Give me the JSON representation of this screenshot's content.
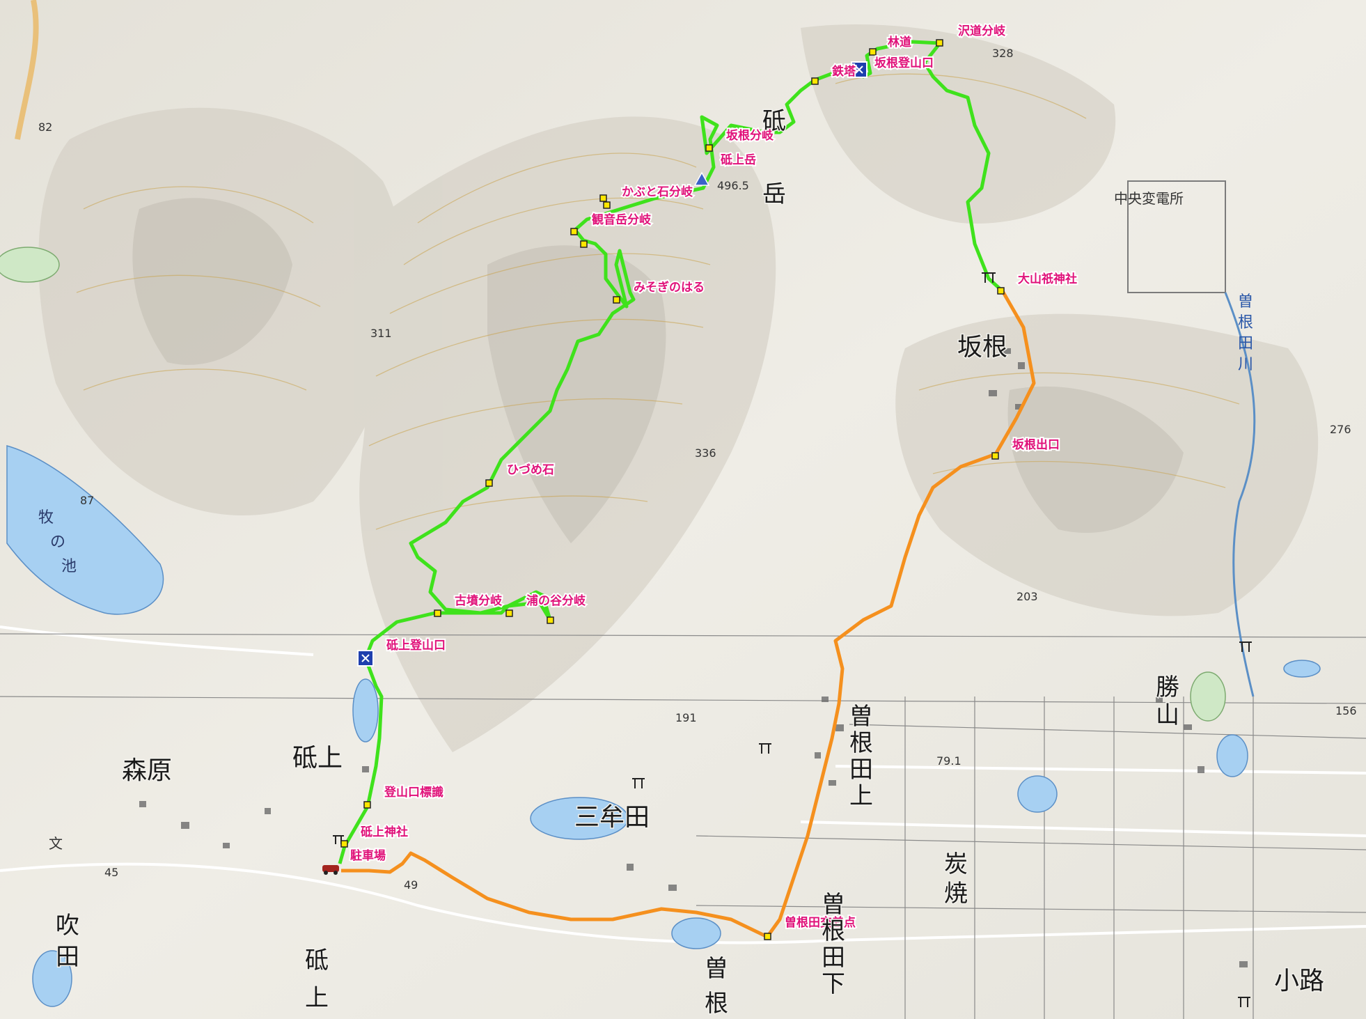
{
  "colors": {
    "route_green": "#3fe21c",
    "route_orange": "#f5901e",
    "waypoint_fill": "#ffe600",
    "label_color": "#e0127a",
    "water": "#a7d0f2",
    "terrain": "#e9e7e0"
  },
  "waypoints": [
    {
      "label": "林道",
      "anchor": "start"
    },
    {
      "label": "沢道分岐",
      "anchor": "start"
    },
    {
      "label": "坂根登山口",
      "anchor": "start"
    },
    {
      "label": "鉄塔",
      "anchor": "start"
    },
    {
      "label": "坂根分岐",
      "anchor": "start"
    },
    {
      "label": "砥上岳",
      "anchor": "start"
    },
    {
      "label": "かぶと石分岐",
      "anchor": "start"
    },
    {
      "label": "観音岳分岐",
      "anchor": "start"
    },
    {
      "label": "みそぎのはる",
      "anchor": "start"
    },
    {
      "label": "ひづめ石",
      "anchor": "start"
    },
    {
      "label": "古墳分岐",
      "anchor": "start"
    },
    {
      "label": "浦の谷分岐",
      "anchor": "start"
    },
    {
      "label": "砥上登山口",
      "anchor": "start"
    },
    {
      "label": "登山口標識",
      "anchor": "start"
    },
    {
      "label": "砥上神社",
      "anchor": "start"
    },
    {
      "label": "駐車場",
      "anchor": "start"
    },
    {
      "label": "大山祇神社",
      "anchor": "start"
    },
    {
      "label": "坂根出口",
      "anchor": "start"
    },
    {
      "label": "曽根田交差点",
      "anchor": "start"
    }
  ],
  "places": {
    "sakane": "坂根",
    "toishi_v": [
      "砥",
      "岳"
    ],
    "toishi_lower": [
      "砥",
      "上"
    ],
    "morihara": "森原",
    "toishi_mid": "砥上",
    "mitaka": "三牟田",
    "sonedakami": [
      "曽",
      "根",
      "田",
      "上"
    ],
    "sonedashita": [
      "曽",
      "根",
      "田",
      "下"
    ],
    "sone": [
      "曽",
      "根"
    ],
    "sumiyaki": [
      "炭",
      "焼"
    ],
    "katsuyama": [
      "勝",
      "山"
    ],
    "fukita": [
      "吹",
      "田"
    ],
    "koji": "小路"
  },
  "facility": "中央変電所",
  "river": [
    "曽",
    "根",
    "田",
    "川"
  ],
  "pond": [
    "牧",
    "の",
    "池"
  ],
  "elevations": {
    "e328": "328",
    "e82": "82",
    "e311": "311",
    "e496": "496.5",
    "e336": "336",
    "e87": "87",
    "e203": "203",
    "e276": "276",
    "e191": "191",
    "e791": "79.1",
    "e156": "156",
    "e45": "45",
    "e49": "49"
  },
  "icons": {
    "trailhead": "bus-stop-icon",
    "summit": "triangulation-point-icon",
    "shrine": "torii-icon",
    "car": "car-icon",
    "school": "school-icon"
  }
}
